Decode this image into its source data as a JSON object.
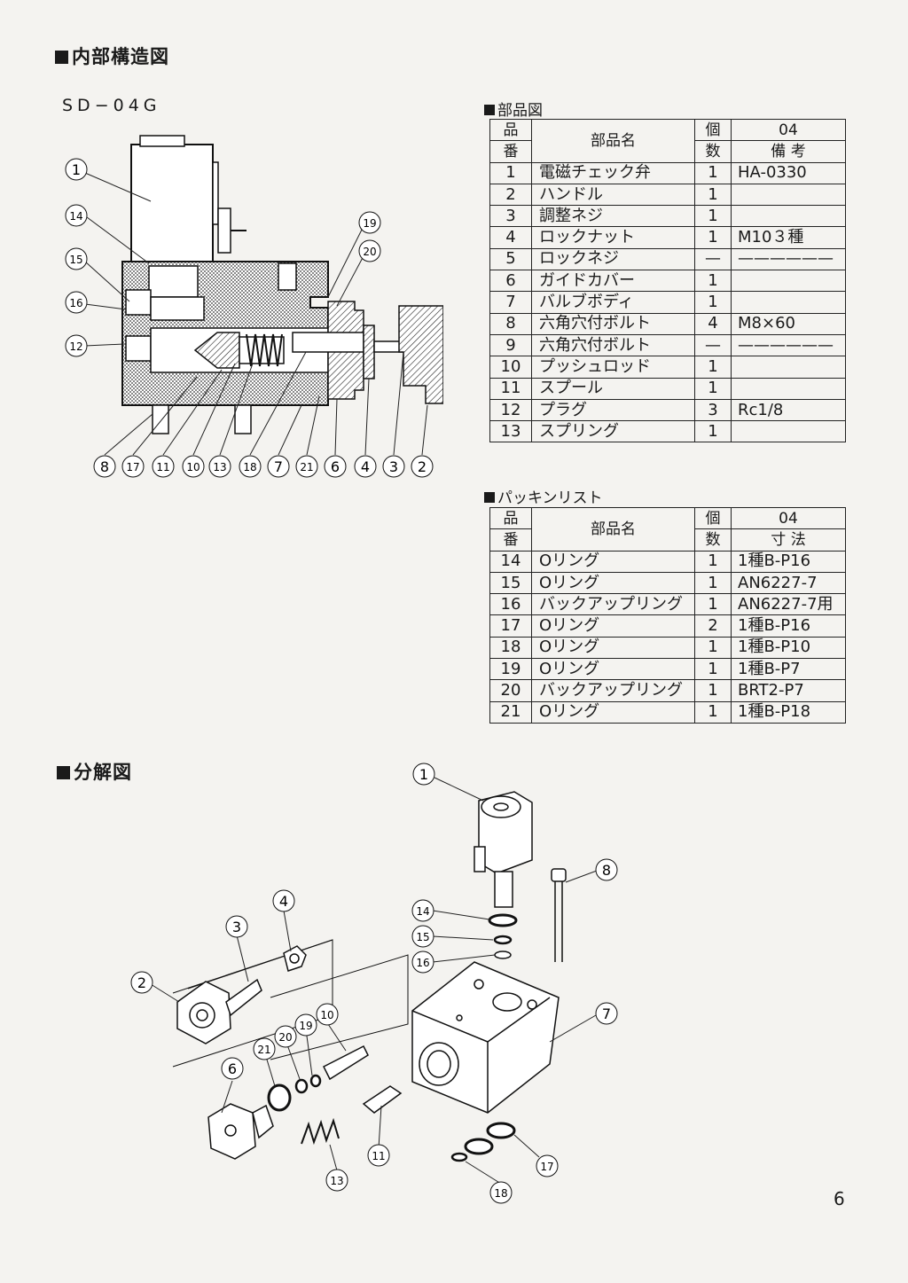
{
  "section_internal": "内部構造図",
  "model": "SD−04G",
  "section_exploded": "分解図",
  "page_number": "6",
  "parts_table": {
    "title": "部品図",
    "header": {
      "no_top": "品",
      "no_bottom": "番",
      "name": "部品名",
      "qty_top": "個",
      "qty_bottom": "数",
      "model": "04",
      "remark": "備 考"
    },
    "rows": [
      {
        "no": "1",
        "name": "電磁チェック弁",
        "qty": "1",
        "remark": "HA-0330"
      },
      {
        "no": "2",
        "name": "ハンドル",
        "qty": "1",
        "remark": ""
      },
      {
        "no": "3",
        "name": "調整ネジ",
        "qty": "1",
        "remark": ""
      },
      {
        "no": "4",
        "name": "ロックナット",
        "qty": "1",
        "remark": "M10３種"
      },
      {
        "no": "5",
        "name": "ロックネジ",
        "qty": "—",
        "remark": "——————"
      },
      {
        "no": "6",
        "name": "ガイドカバー",
        "qty": "1",
        "remark": ""
      },
      {
        "no": "7",
        "name": "バルブボディ",
        "qty": "1",
        "remark": ""
      },
      {
        "no": "8",
        "name": "六角穴付ボルト",
        "qty": "4",
        "remark": "M8×60"
      },
      {
        "no": "9",
        "name": "六角穴付ボルト",
        "qty": "—",
        "remark": "——————"
      },
      {
        "no": "10",
        "name": "プッシュロッド",
        "qty": "1",
        "remark": ""
      },
      {
        "no": "11",
        "name": "スプール",
        "qty": "1",
        "remark": ""
      },
      {
        "no": "12",
        "name": "プラグ",
        "qty": "3",
        "remark": "Rc1/8"
      },
      {
        "no": "13",
        "name": "スプリング",
        "qty": "1",
        "remark": ""
      }
    ]
  },
  "packing_table": {
    "title": "パッキンリスト",
    "header": {
      "no_top": "品",
      "no_bottom": "番",
      "name": "部品名",
      "qty_top": "個",
      "qty_bottom": "数",
      "model": "04",
      "remark": "寸 法"
    },
    "rows": [
      {
        "no": "14",
        "name": "Oリング",
        "qty": "1",
        "remark": "1種B-P16"
      },
      {
        "no": "15",
        "name": "Oリング",
        "qty": "1",
        "remark": "AN6227-7"
      },
      {
        "no": "16",
        "name": "バックアップリング",
        "qty": "1",
        "remark": "AN6227-7用"
      },
      {
        "no": "17",
        "name": "Oリング",
        "qty": "2",
        "remark": "1種B-P16"
      },
      {
        "no": "18",
        "name": "Oリング",
        "qty": "1",
        "remark": "1種B-P10"
      },
      {
        "no": "19",
        "name": "Oリング",
        "qty": "1",
        "remark": "1種B-P7"
      },
      {
        "no": "20",
        "name": "バックアップリング",
        "qty": "1",
        "remark": "BRT2-P7"
      },
      {
        "no": "21",
        "name": "Oリング",
        "qty": "1",
        "remark": "1種B-P18"
      }
    ]
  },
  "section_callouts": {
    "left": [
      "1",
      "14",
      "15",
      "16",
      "12"
    ],
    "right": [
      "19",
      "20"
    ],
    "bottom": [
      "8",
      "17",
      "11",
      "10",
      "13",
      "18",
      "7",
      "21",
      "6",
      "4",
      "3",
      "2"
    ]
  },
  "exploded_callouts": [
    "1",
    "8",
    "14",
    "15",
    "16",
    "7",
    "4",
    "3",
    "2",
    "10",
    "19",
    "20",
    "21",
    "6",
    "11",
    "13",
    "17",
    "18"
  ]
}
